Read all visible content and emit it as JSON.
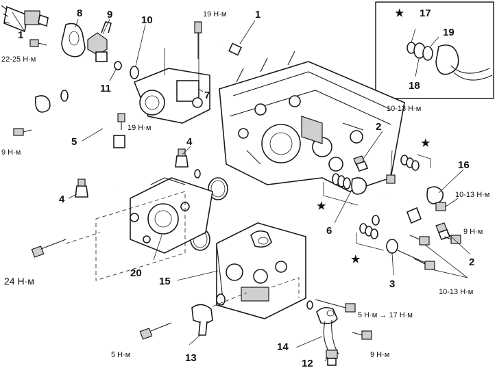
{
  "callouts": {
    "c1": "1",
    "c1b": "1",
    "c2": "2",
    "c2b": "2",
    "c3": "3",
    "c4": "4",
    "c4b": "4",
    "c5": "5",
    "c6": "6",
    "c7": "7",
    "c8": "8",
    "c9": "9",
    "c10": "10",
    "c11": "11",
    "c12": "12",
    "c13": "13",
    "c14": "14",
    "c15": "15",
    "c16": "16",
    "c17": "17",
    "c18": "18",
    "c19": "19",
    "c20": "20"
  },
  "torques": {
    "t_22_25": "22-25 Н·м",
    "t_19_top": "19 Н·м",
    "t_19_mid": "19 Н·м",
    "t_9_left": "9 Н·м",
    "t_24": "24 Н·м",
    "t_10_13_top": "10-13 Н·м",
    "t_10_13_right": "10-13 Н·м",
    "t_9_right": "9 Н·м",
    "t_10_13_bottom": "10-13 Н·м",
    "t_5_17": "5 Н·м → 17 Н·м",
    "t_5": "5 Н·м",
    "t_9_bottom": "9 Н·м"
  },
  "markers": {
    "star_symbol": "★"
  }
}
